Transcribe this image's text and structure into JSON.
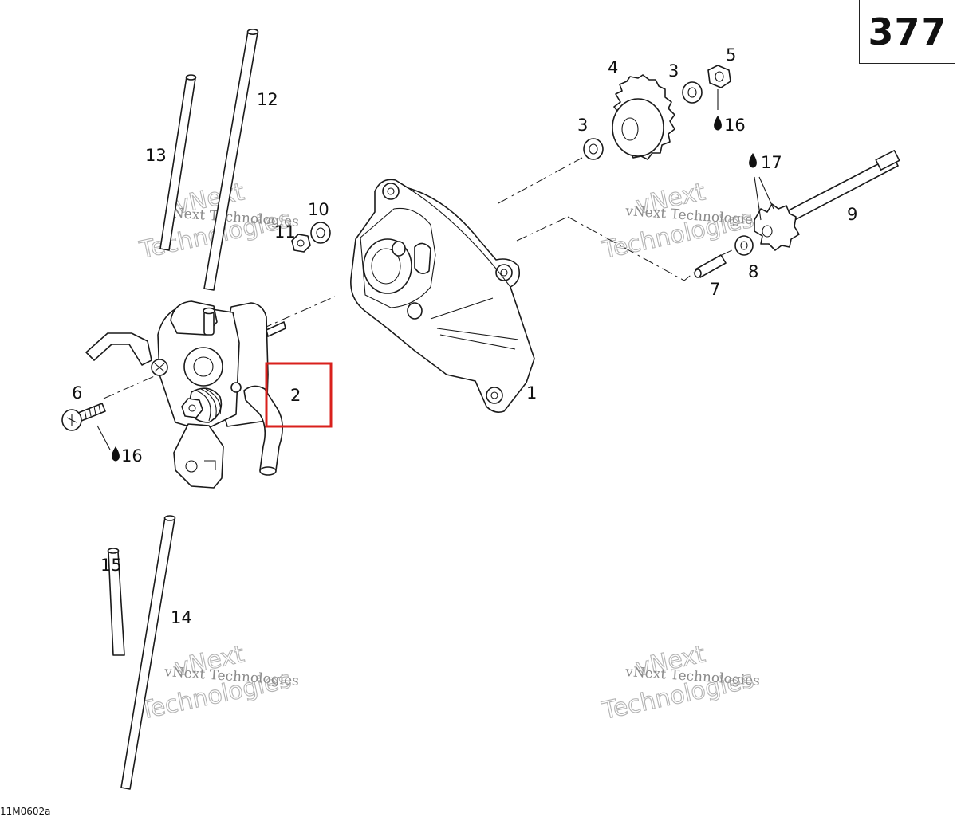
{
  "page": {
    "number": "377",
    "figure_code": "11M0602a"
  },
  "callouts": {
    "c1": "1",
    "c2": "2",
    "c3a": "3",
    "c3b": "3",
    "c4": "4",
    "c5": "5",
    "c6": "6",
    "c7": "7",
    "c8": "8",
    "c9": "9",
    "c10": "10",
    "c11": "11",
    "c12": "12",
    "c13": "13",
    "c14": "14",
    "c15": "15",
    "c16a": "16",
    "c16b": "16",
    "c17": "17"
  },
  "watermark": {
    "line1": "vNext",
    "line2": "Technologies",
    "small": "vNext Technologies"
  },
  "highlight": {
    "color": "#d9201c",
    "part": "2"
  },
  "icons": {
    "lubricant": "oil-drop-icon"
  }
}
